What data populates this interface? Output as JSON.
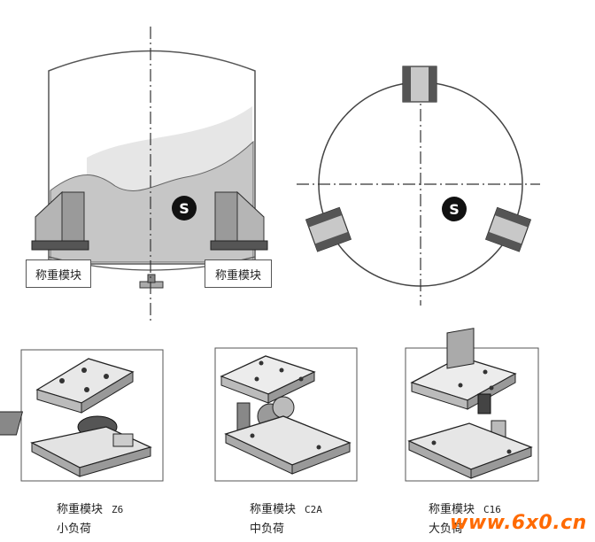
{
  "tank_labels": {
    "left": "称重模块",
    "right": "称重模块"
  },
  "symbol_letter": "S",
  "products": [
    {
      "name": "称重模块",
      "model": "Z6",
      "load": "小负荷"
    },
    {
      "name": "称重模块",
      "model": "C2A",
      "load": "中负荷"
    },
    {
      "name": "称重模块",
      "model": "C16",
      "load": "大负荷"
    }
  ],
  "watermark": "www.6x0.cn",
  "colors": {
    "line": "#444444",
    "fill_gray": "#c8c8c8",
    "dark_gray": "#666666",
    "watermark": "#ff6a00"
  }
}
